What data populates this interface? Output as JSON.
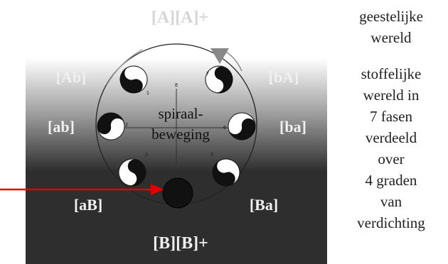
{
  "diagram": {
    "top_label": "[A][A]+",
    "bottom_label": "[B][B]+",
    "center_text": [
      "spiraal-",
      "beweging"
    ],
    "phase_labels": {
      "upper_left": "[Ab]",
      "upper_right": "[bA]",
      "mid_left": "[ab]",
      "mid_right": "[ba]",
      "lower_left": "[aB]",
      "lower_right": "[Ba]"
    },
    "small_numbers": [
      "1",
      "2",
      "3",
      "5",
      "6",
      "7",
      "8"
    ]
  },
  "sidebar": {
    "top_lines": [
      "geestelijke",
      "wereld"
    ],
    "bottom_lines": [
      "stoffelijke",
      "wereld in",
      "7 fasen",
      "verdeeld",
      "over",
      "4 graden",
      "van",
      "verdichting"
    ]
  },
  "colors": {
    "dark_background": "#2e2e2e",
    "arrow": "#e00000",
    "label_light": "#f0f0f0",
    "faded_label": "#d6d6d6"
  }
}
